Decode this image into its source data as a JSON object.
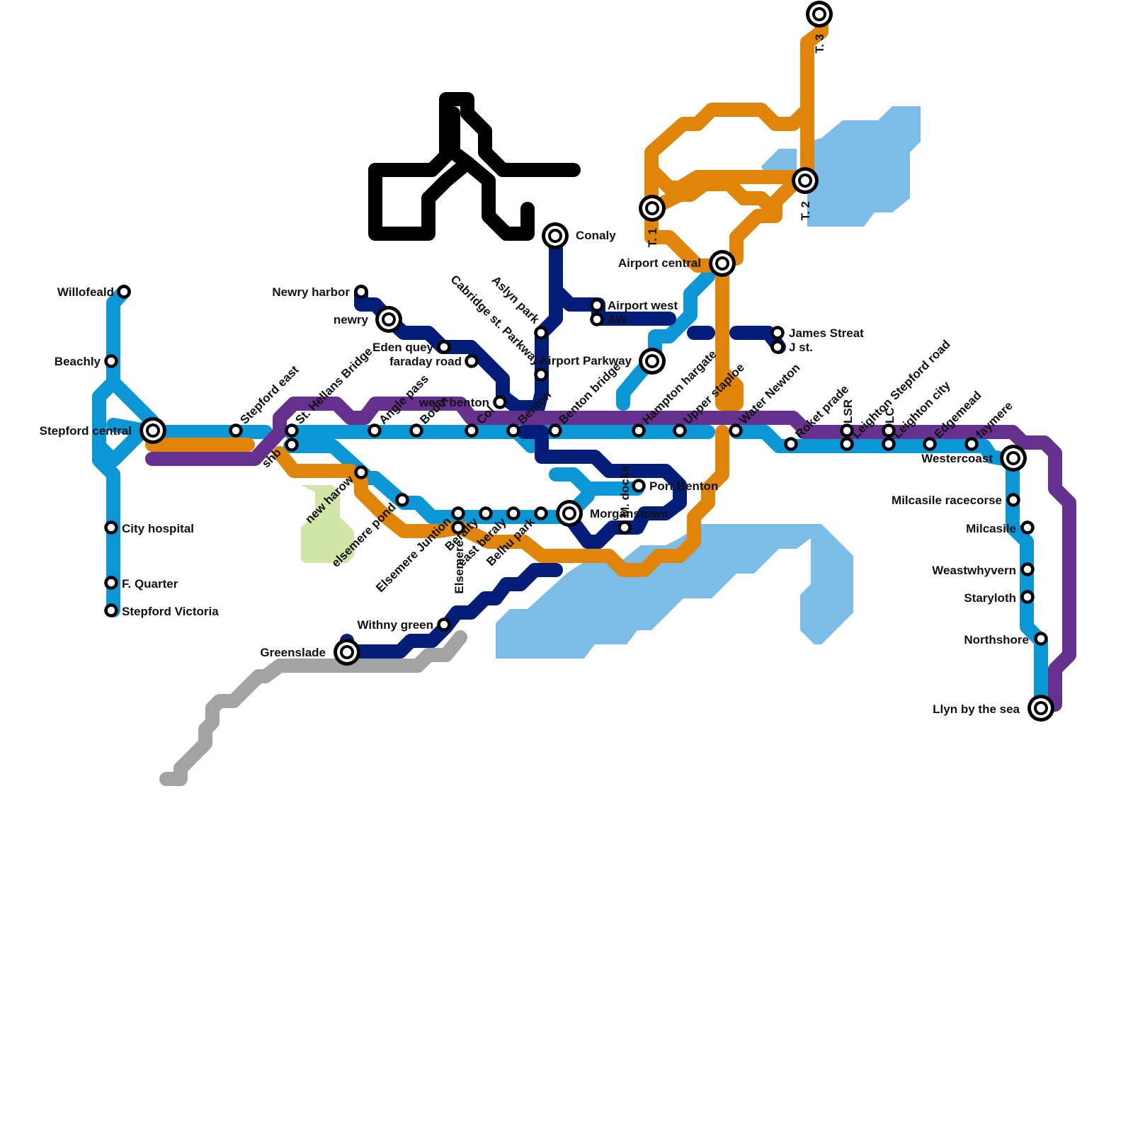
{
  "colors": {
    "blue": "#0b96d6",
    "orange": "#e0850a",
    "purple": "#66308f",
    "navy": "#031d78",
    "grey": "#a3a3a3",
    "logo": "#000000",
    "water": "#7cbde8",
    "park": "#d2e5a8"
  },
  "map": {
    "features": {
      "logo": "black-line-logo",
      "water": "water-areas",
      "park": "park-area",
      "grey_line": "unnamed-grey-line"
    },
    "interchanges": [
      "Stepford central",
      "newry",
      "Conaly",
      "Airport central",
      "T. 1",
      "T. 2",
      "T. 3",
      "Airport Parkway",
      "Morganstown",
      "Greenslade",
      "Westercoast",
      "Llyn by the sea"
    ],
    "stations": {
      "willofeald": "Willofeald",
      "beachly": "Beachly",
      "stepford_central": "Stepford central",
      "city_hospital": "City hospital",
      "f_quarter": "F. Quarter",
      "stepford_victoria": "Stepford Victoria",
      "stepford_east": "Stepford east",
      "st_hellans_bridge": "St. Hellans Bridge",
      "shb": "shb",
      "angle_pass": "Angle pass",
      "bodin": "Bodin",
      "col": "Col",
      "west_benton": "west benton",
      "benton": "Benton",
      "benton_bridge": "Benton bridge",
      "newry_harbor": "Newry harbor",
      "newry": "newry",
      "eden_quey": "Eden quey",
      "faraday_road": "faraday road",
      "cabridge_st_parkway": "Cabridge st. Parkway",
      "aslyn_park": "Aslyn park",
      "airport_parkway": "Airport Parkway",
      "conaly": "Conaly",
      "airport_west": "Airport west",
      "aw": "AW",
      "airport_central": "Airport central",
      "t1": "T. 1",
      "t2": "T. 2",
      "t3": "T. 3",
      "james_streat": "James Streat",
      "j_st": "J st.",
      "hampton_hargate": "Hampton hargate",
      "upper_staploe": "Upper staploe",
      "water_newton": "Water Newton",
      "roket_prade": "Roket prade",
      "lsr": "LSR",
      "leighton_stepford_road": "Leighton Stepford road",
      "lc": "LC",
      "leighton_city": "Leighton city",
      "edgemead": "Edgemead",
      "faymere": "faymere",
      "westercoast": "Westercoast",
      "milcasile_racecorse": "Milcasile racecorse",
      "milcasile": "Milcasile",
      "weastwhyvern": "Weastwhyvern",
      "staryloth": "Staryloth",
      "northshore": "Northshore",
      "llyn_by_the_sea": "Llyn by the sea",
      "new_harow": "new harow",
      "elsemere_pond": "elsemere pond",
      "elsemere_juntion": "Elsemere Juntion",
      "elsemere": "Elsemere",
      "beralty": "Beralty",
      "east_beraly": "east beraly",
      "belhu_park": "Belhu park",
      "morganstown": "Morganstown",
      "port_benton": "Port Benton",
      "m_docks": "M. docks",
      "withny_green": "Withny green",
      "greenslade": "Greenslade"
    }
  }
}
